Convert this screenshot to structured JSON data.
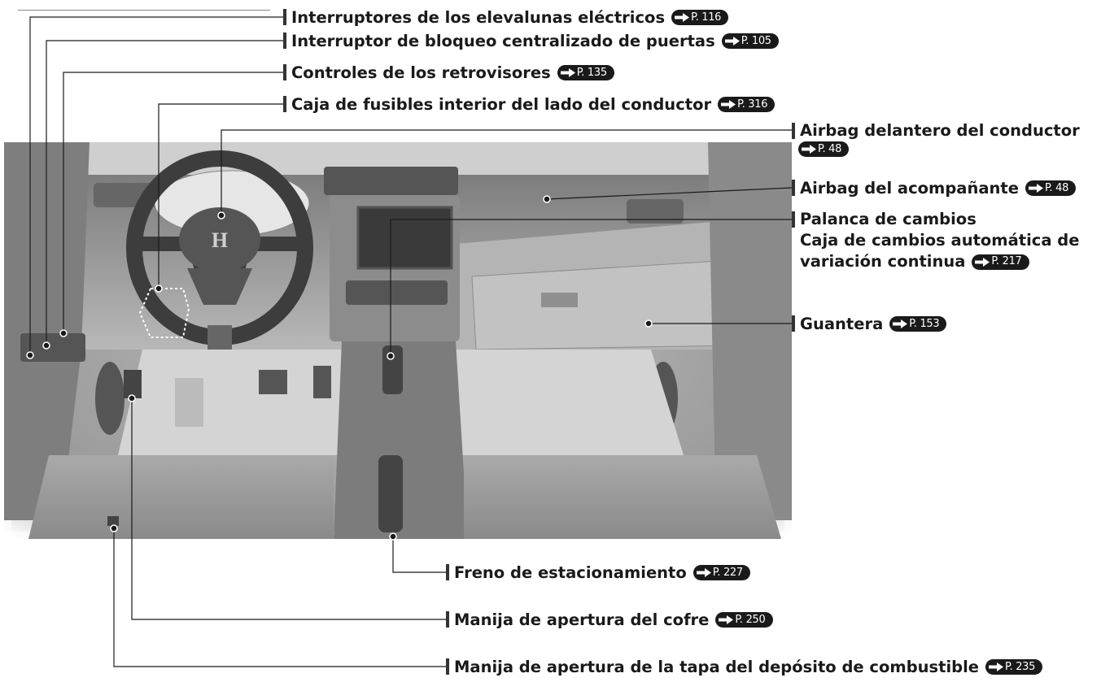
{
  "callouts": [
    {
      "label": "Interruptores de los elevalunas eléctricos",
      "page": "P. 116"
    },
    {
      "label": "Interruptor de bloqueo centralizado de puertas",
      "page": "P. 105"
    },
    {
      "label": "Controles de los retrovisores",
      "page": "P. 135"
    },
    {
      "label": "Caja de fusibles interior del lado del conductor",
      "page": "P. 316"
    },
    {
      "label_lines": [
        "Airbag delantero del conductor"
      ],
      "page": "P. 48"
    },
    {
      "label": "Airbag del acompañante",
      "page": "P. 48"
    },
    {
      "label_lines": [
        "Palanca de cambios",
        "Caja de cambios automática de",
        "variación continua"
      ],
      "page": "P. 217"
    },
    {
      "label": "Guantera",
      "page": "P. 153"
    },
    {
      "label": "Freno de estacionamiento",
      "page": "P. 227"
    },
    {
      "label": "Manija de apertura del cofre",
      "page": "P. 250"
    },
    {
      "label": "Manija de apertura de la tapa del depósito de combustible",
      "page": "P. 235"
    }
  ],
  "brand_logo": "H"
}
